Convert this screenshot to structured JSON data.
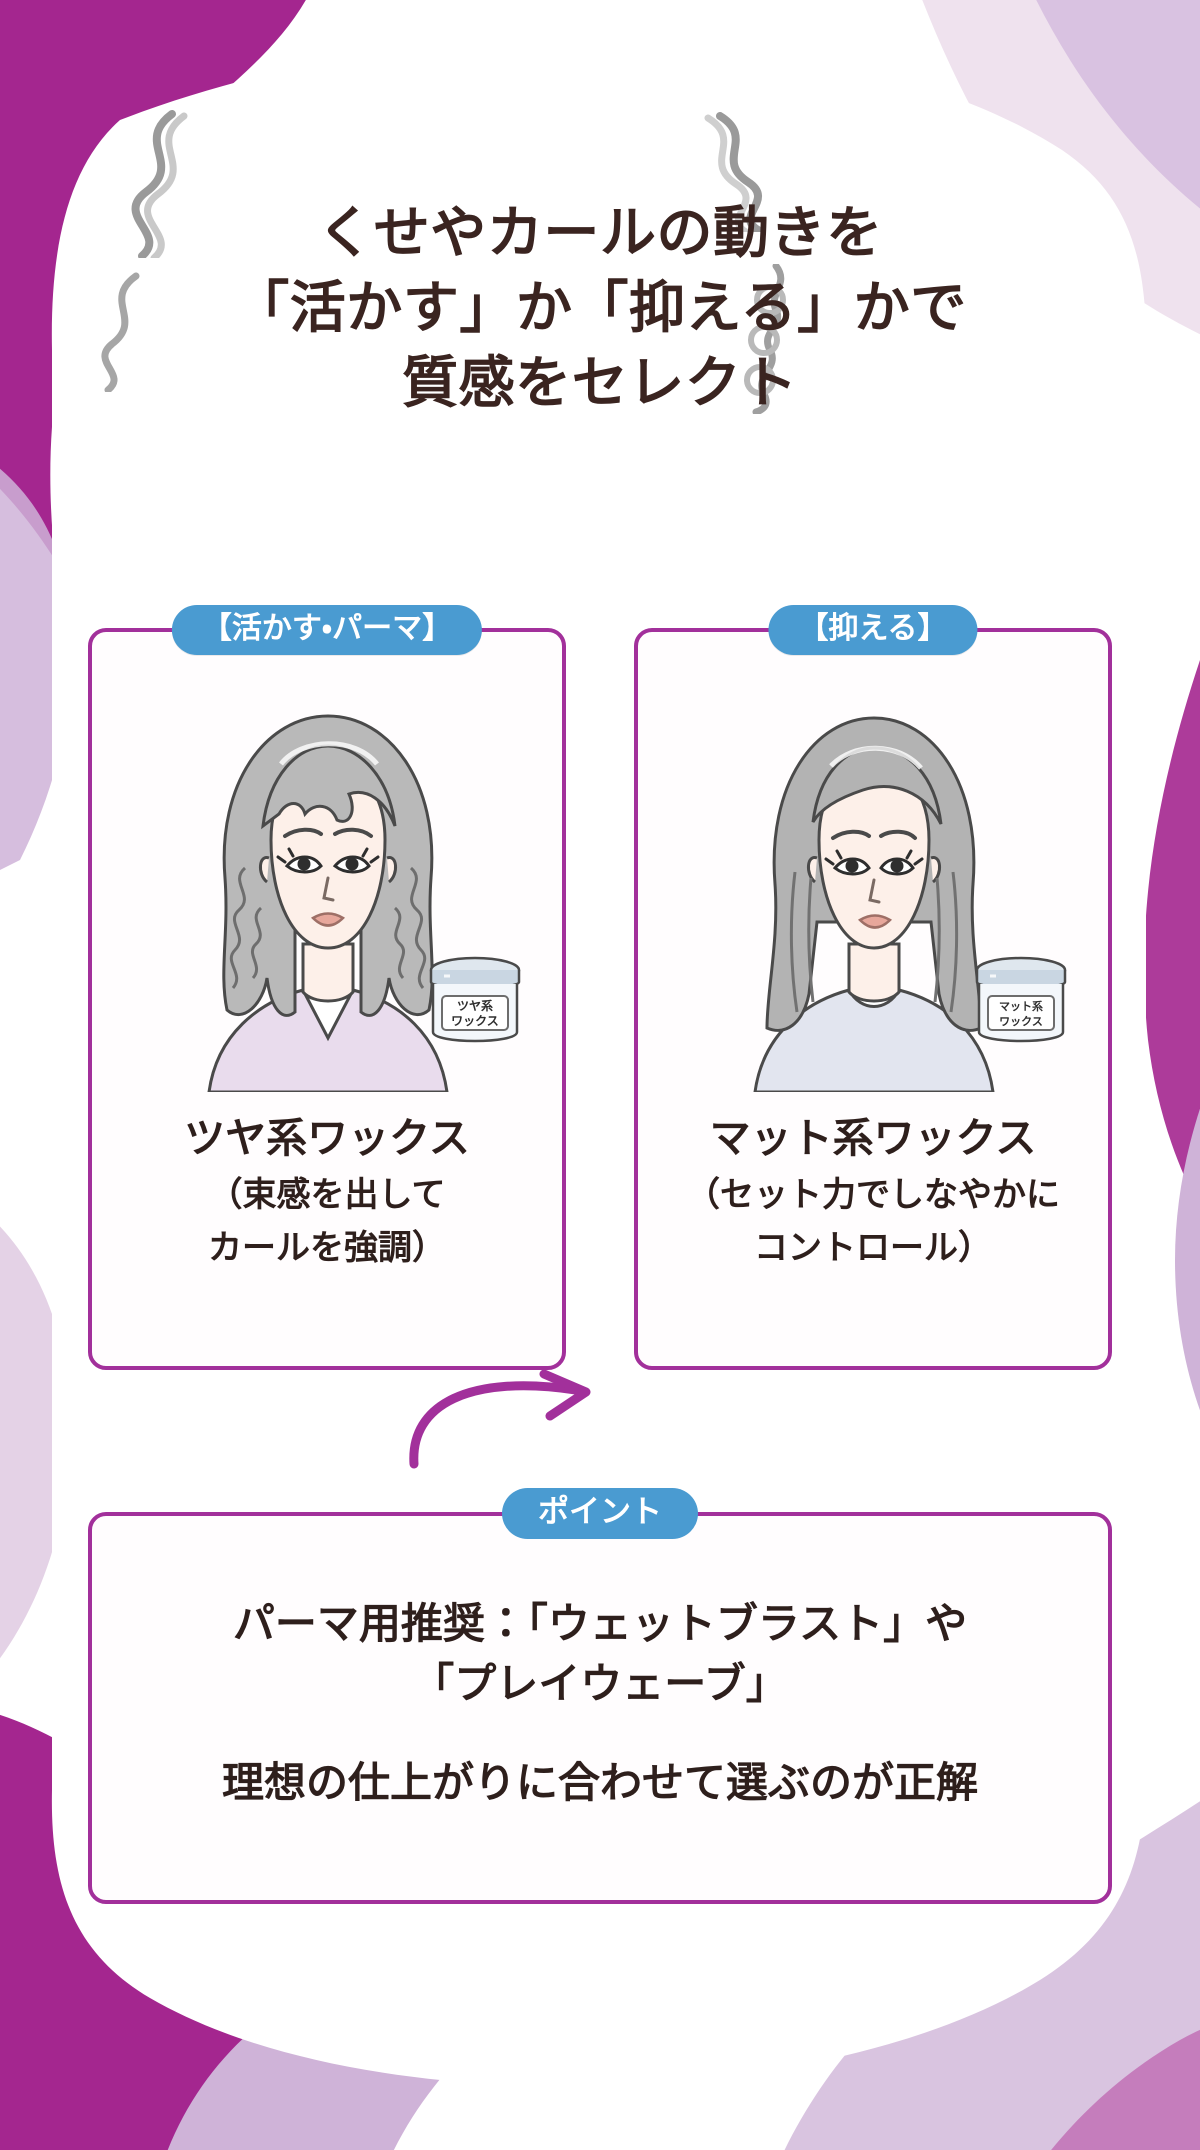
{
  "theme": {
    "accent_purple": "#a2309b",
    "badge_blue": "#4a9bd1",
    "text_dark": "#2e1f1c",
    "bg_magenta": "#a4268f",
    "bg_lilac": "#cfb3d8",
    "bg_pale": "#efe2ee"
  },
  "title": {
    "line1": "くせやカールの動きを",
    "line2": "「活かす」か「抑える」かで",
    "line3": "質感をセレクト"
  },
  "cards": [
    {
      "badge": "【活かす・パーマ】",
      "illustration_name": "curly-wavy-hair-woman",
      "jar_label_line1": "ツヤ系",
      "jar_label_line2": "ワックス",
      "caption_main": "ツヤ系ワックス",
      "caption_sub_line1": "（束感を出して",
      "caption_sub_line2": "カールを強調）"
    },
    {
      "badge": "【抑える】",
      "illustration_name": "straight-smooth-hair-woman",
      "jar_label_line1": "マット系",
      "jar_label_line2": "ワックス",
      "caption_main": "マット系ワックス",
      "caption_sub_line1": "（セット力でしなやかに",
      "caption_sub_line2": "コントロール）"
    }
  ],
  "point": {
    "badge": "ポイント",
    "line1": "パーマ用推奨：「ウェットブラスト」や",
    "line2": "「プレイウェーブ」",
    "line3": "理想の仕上がりに合わせて選ぶのが正解"
  }
}
